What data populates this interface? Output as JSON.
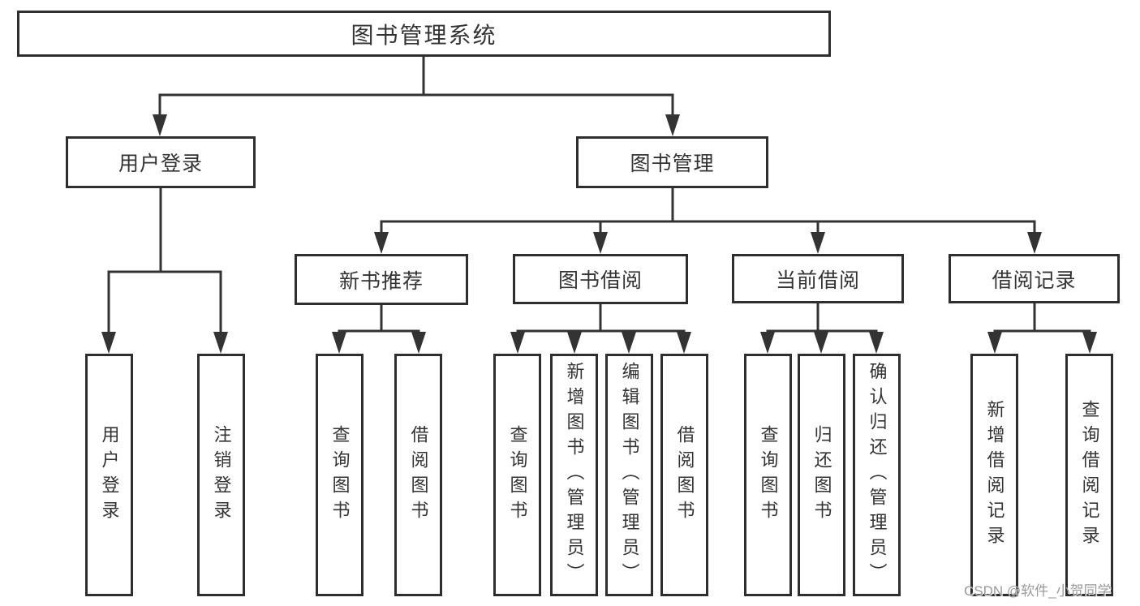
{
  "diagram": {
    "type": "hierarchy-tree",
    "nodes": {
      "root": {
        "label": "图书管理系统"
      },
      "level2": [
        {
          "label": "用户登录"
        },
        {
          "label": "图书管理"
        }
      ],
      "level3": [
        {
          "label": "新书推荐",
          "parent": "图书管理"
        },
        {
          "label": "图书借阅",
          "parent": "图书管理"
        },
        {
          "label": "当前借阅",
          "parent": "图书管理"
        },
        {
          "label": "借阅记录",
          "parent": "图书管理"
        }
      ],
      "leaves": [
        {
          "label": "用户登录",
          "parent": "用户登录"
        },
        {
          "label": "注销登录",
          "parent": "用户登录"
        },
        {
          "label": "查询图书",
          "parent": "新书推荐"
        },
        {
          "label": "借阅图书",
          "parent": "新书推荐"
        },
        {
          "label": "查询图书",
          "parent": "图书借阅"
        },
        {
          "label": "新增图书（管理员）",
          "parent": "图书借阅"
        },
        {
          "label": "编辑图书（管理员）",
          "parent": "图书借阅"
        },
        {
          "label": "借阅图书",
          "parent": "图书借阅"
        },
        {
          "label": "查询图书",
          "parent": "当前借阅"
        },
        {
          "label": "归还图书",
          "parent": "当前借阅"
        },
        {
          "label": "确认归还（管理员）",
          "parent": "当前借阅"
        },
        {
          "label": "新增借阅记录",
          "parent": "借阅记录"
        },
        {
          "label": "查询借阅记录",
          "parent": "借阅记录"
        }
      ]
    },
    "colors": {
      "line": "#333333",
      "border": "#2e2e2e",
      "text": "#333333",
      "background": "#ffffff",
      "watermark": "#9a9a9a"
    }
  },
  "watermark": {
    "text": "CSDN @软件_小贺同学"
  }
}
